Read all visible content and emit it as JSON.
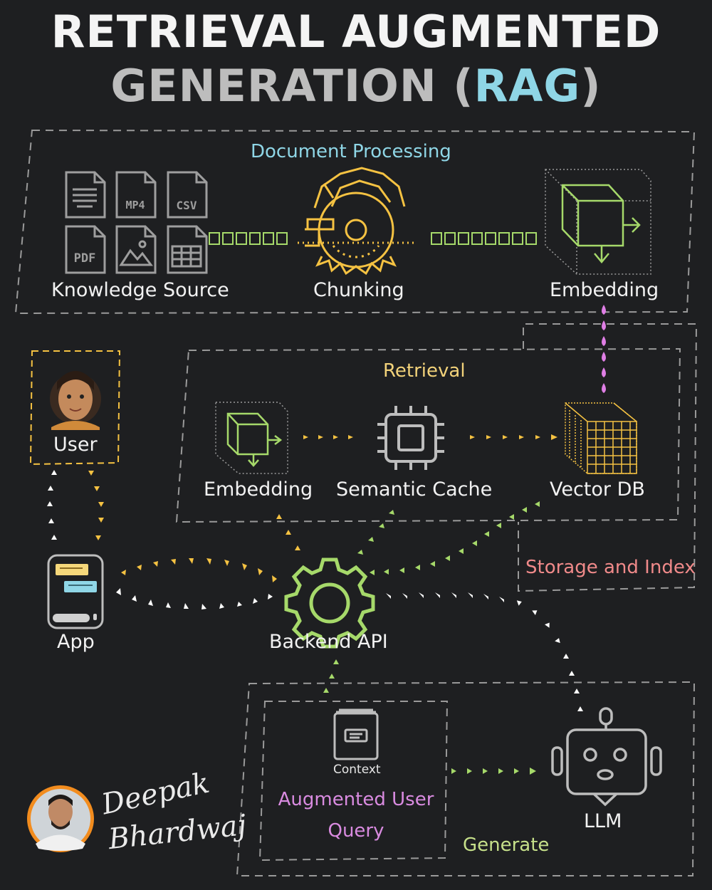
{
  "title": {
    "line1": "RETRIEVAL AUGMENTED",
    "line2_prefix": "GENERATION (",
    "line2_highlight": "RAG",
    "line2_suffix": ")"
  },
  "sections": {
    "document_processing": "Document Processing",
    "retrieval": "Retrieval",
    "storage_and_index": "Storage and Index",
    "generate": "Generate"
  },
  "file_types": {
    "mp4": "MP4",
    "csv": "CSV",
    "pdf": "PDF"
  },
  "nodes": {
    "knowledge_source": "Knowledge Source",
    "chunking": "Chunking",
    "embedding_top": "Embedding",
    "user": "User",
    "embedding_retrieval": "Embedding",
    "semantic_cache": "Semantic Cache",
    "vector_db": "Vector DB",
    "app": "App",
    "backend_api": "Backend API",
    "context": "Context",
    "augmented_query_line1": "Augmented User",
    "augmented_query_line2": "Query",
    "llm": "LLM"
  },
  "signature": {
    "first": "Deepak",
    "last": "Bhardwaj"
  },
  "colors": {
    "background": "#1e1f21",
    "doc_processing": "#8fd6e6",
    "retrieval": "#f2d27a",
    "storage": "#f08a8a",
    "generate": "#c6e08a",
    "augmented": "#d98be0",
    "embedding_icon": "#a6d96a",
    "chunking_icon": "#f5c242",
    "arrows_yellow": "#f5c242",
    "arrows_green": "#a6d96a",
    "drops_pink": "#e07fe6",
    "borders": "#9a9a9a"
  }
}
